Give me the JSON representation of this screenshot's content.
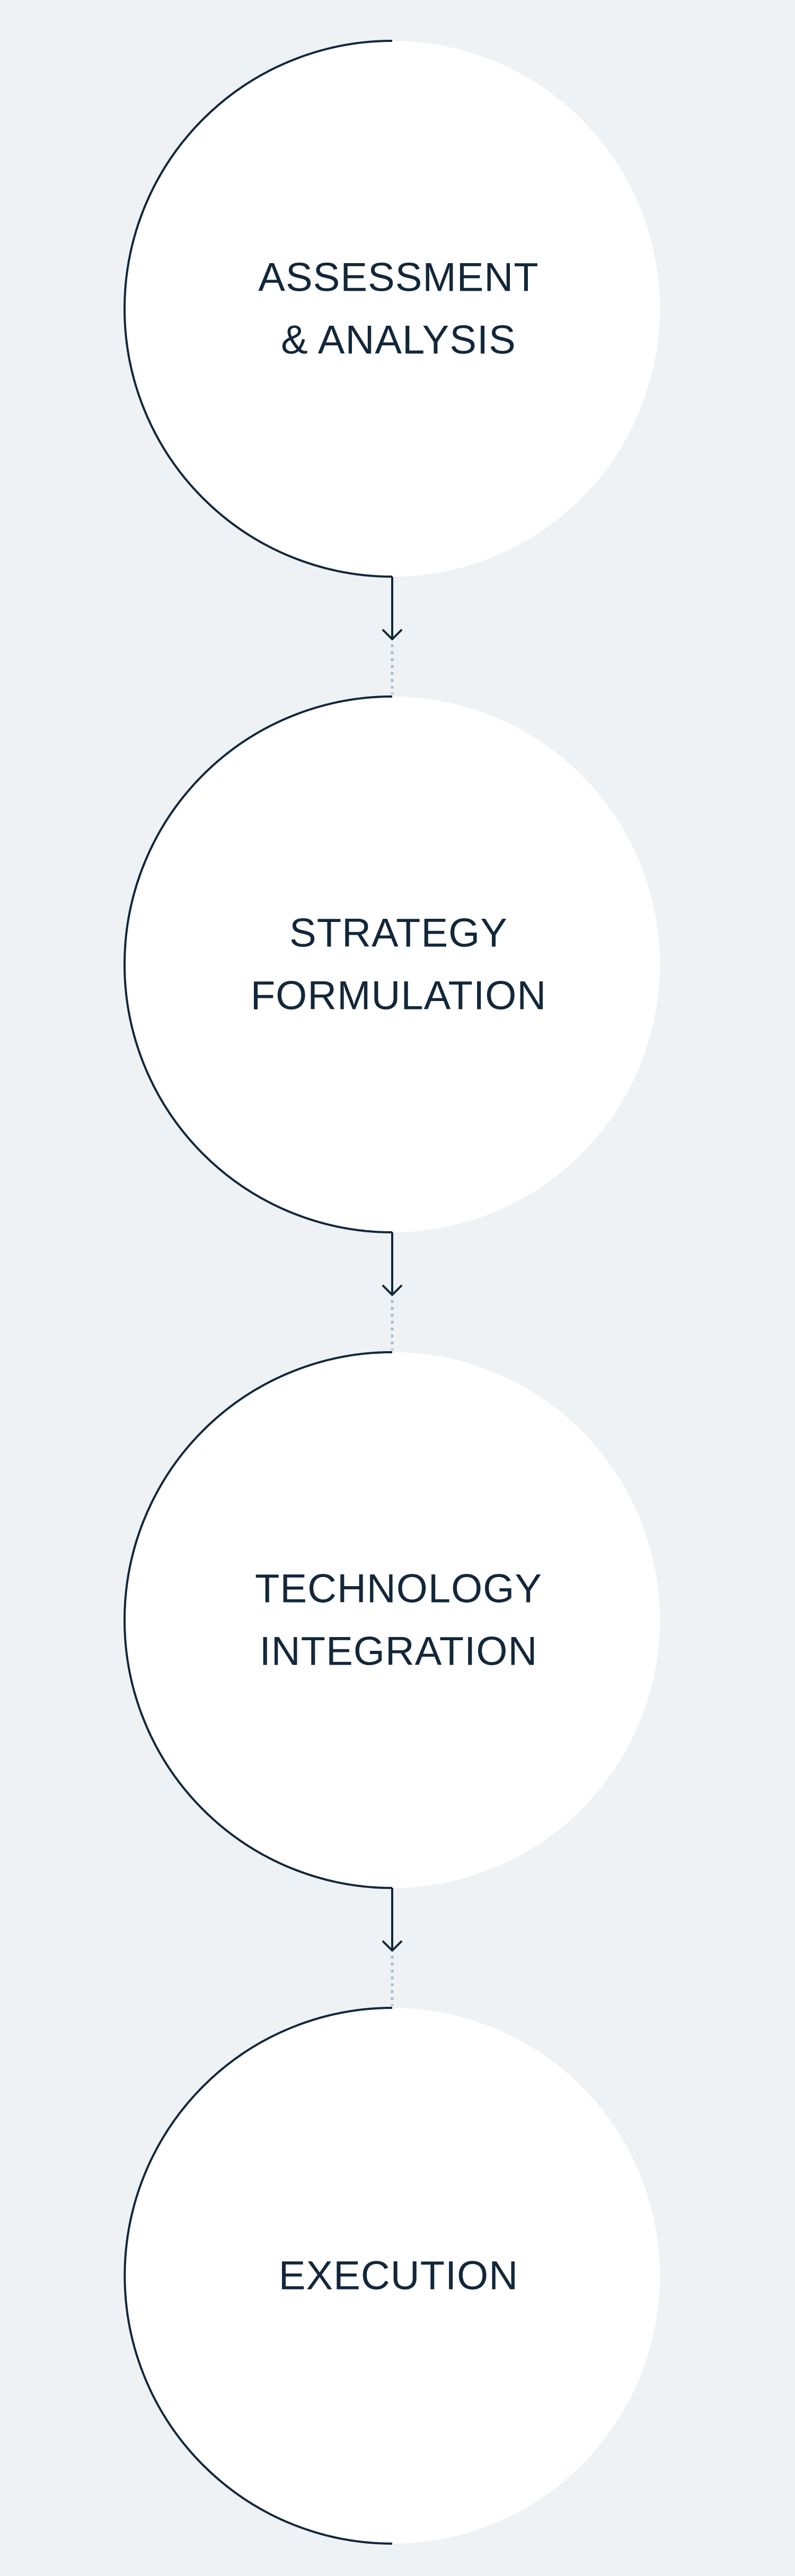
{
  "theme": {
    "page_background": "#eef2f5",
    "circle_fill": "#ffffff",
    "outline_color": "#13273a",
    "text_color": "#13273a",
    "connector_dots_color": "#a9b9c5"
  },
  "steps": [
    {
      "id": "assessment",
      "lines": [
        "ASSESSMENT",
        "& ANALYSIS"
      ]
    },
    {
      "id": "strategy",
      "lines": [
        "STRATEGY",
        "FORMULATION"
      ]
    },
    {
      "id": "technology",
      "lines": [
        "TECHNOLOGY",
        "INTEGRATION"
      ]
    },
    {
      "id": "execution",
      "lines": [
        "EXECUTION"
      ]
    }
  ]
}
